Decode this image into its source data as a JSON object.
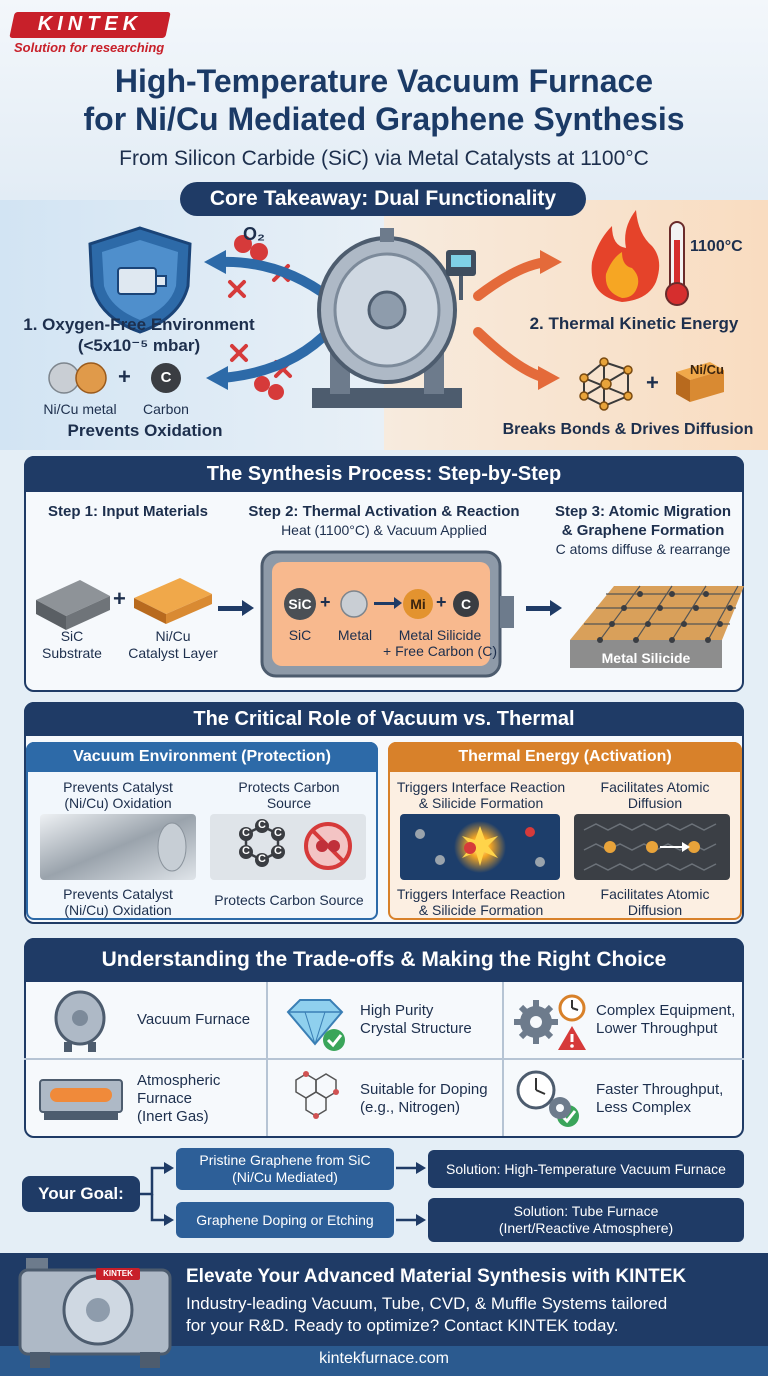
{
  "logo": {
    "brand": "KINTEK",
    "tagline": "Solution for researching"
  },
  "header": {
    "title_line1": "High-Temperature Vacuum Furnace",
    "title_line2": "for Ni/Cu Mediated Graphene Synthesis",
    "subtitle": "From Silicon Carbide (SiC) via Metal Catalysts at 1100°C"
  },
  "core": {
    "pill": "Core Takeaway: Dual Functionality",
    "o2": "O₂",
    "left": {
      "title": "1. Oxygen-Free Environment",
      "subtitle": "(<5x10⁻⁵ mbar)",
      "metal_label": "Ni/Cu metal",
      "carbon_symbol": "C",
      "carbon_label": "Carbon",
      "plus": "+",
      "conclusion": "Prevents Oxidation"
    },
    "right": {
      "temp": "1100°C",
      "title": "2. Thermal Kinetic Energy",
      "nicu": "Ni/Cu",
      "plus": "+",
      "conclusion": "Breaks Bonds & Drives Diffusion"
    }
  },
  "process": {
    "banner": "The Synthesis Process: Step-by-Step",
    "step1": {
      "title": "Step 1: Input Materials",
      "sic_l1": "SiC",
      "sic_l2": "Substrate",
      "cat_l1": "Ni/Cu",
      "cat_l2": "Catalyst Layer",
      "plus": "+"
    },
    "step2": {
      "title": "Step 2: Thermal Activation & Reaction",
      "note": "Heat (1100°C) & Vacuum Applied",
      "sic": "SiC",
      "mi": "Mi",
      "c": "C",
      "plus": "+",
      "l_sic": "SiC",
      "l_metal": "Metal",
      "l_product1": "Metal Silicide",
      "l_product2": "+ Free Carbon (C)"
    },
    "step3": {
      "title1": "Step 3: Atomic Migration",
      "title2": "& Graphene Formation",
      "note": "C atoms diffuse & rearrange",
      "base": "Metal Silicide"
    }
  },
  "roles": {
    "banner": "The Critical Role of Vacuum vs. Thermal",
    "vacuum": {
      "header": "Vacuum Environment (Protection)",
      "a_top1": "Prevents Catalyst",
      "a_top2": "(Ni/Cu) Oxidation",
      "b_top1": "Protects Carbon",
      "b_top2": "Source",
      "a_bot1": "Prevents Catalyst",
      "a_bot2": "(Ni/Cu) Oxidation",
      "b_bot": "Protects Carbon Source",
      "c": "C"
    },
    "thermal": {
      "header": "Thermal Energy (Activation)",
      "a_top1": "Triggers Interface Reaction",
      "a_top2": "& Silicide Formation",
      "b_top1": "Facilitates Atomic",
      "b_top2": "Diffusion",
      "a_bot1": "Triggers Interface Reaction",
      "a_bot2": "& Silicide Formation",
      "b_bot1": "Facilitates Atomic",
      "b_bot2": "Diffusion"
    }
  },
  "tradeoffs": {
    "banner": "Understanding the Trade-offs & Making the Right Choice",
    "rows": [
      {
        "name": "Vacuum Furnace",
        "pro1": "High Purity",
        "pro2": "Crystal Structure",
        "con1": "Complex Equipment,",
        "con2": "Lower Throughput"
      },
      {
        "name1": "Atmospheric",
        "name2": "Furnace",
        "name3": "(Inert Gas)",
        "pro1": "Suitable for Doping",
        "pro2": "(e.g., Nitrogen)",
        "con1": "Faster Throughput,",
        "con2": "Less Complex"
      }
    ]
  },
  "goal": {
    "label": "Your Goal:",
    "g1_l1": "Pristine Graphene from SiC",
    "g1_l2": "(Ni/Cu Mediated)",
    "s1": "Solution: High-Temperature Vacuum Furnace",
    "g2": "Graphene Doping or Etching",
    "s2_l1": "Solution: Tube Furnace",
    "s2_l2": "(Inert/Reactive Atmosphere)"
  },
  "footer": {
    "brand": "KINTEK",
    "title": "Elevate Your Advanced Material Synthesis with KINTEK",
    "body1": "Industry-leading Vacuum, Tube, CVD, & Muffle Systems tailored",
    "body2": "for your R&D. Ready to optimize? Contact KINTEK today.",
    "url": "kintekfurnace.com"
  },
  "colors": {
    "navy": "#1f3b66",
    "accent_red": "#c8202a",
    "vacuum_blue": "#2d6aa8",
    "thermal_orange": "#e08a2c"
  }
}
